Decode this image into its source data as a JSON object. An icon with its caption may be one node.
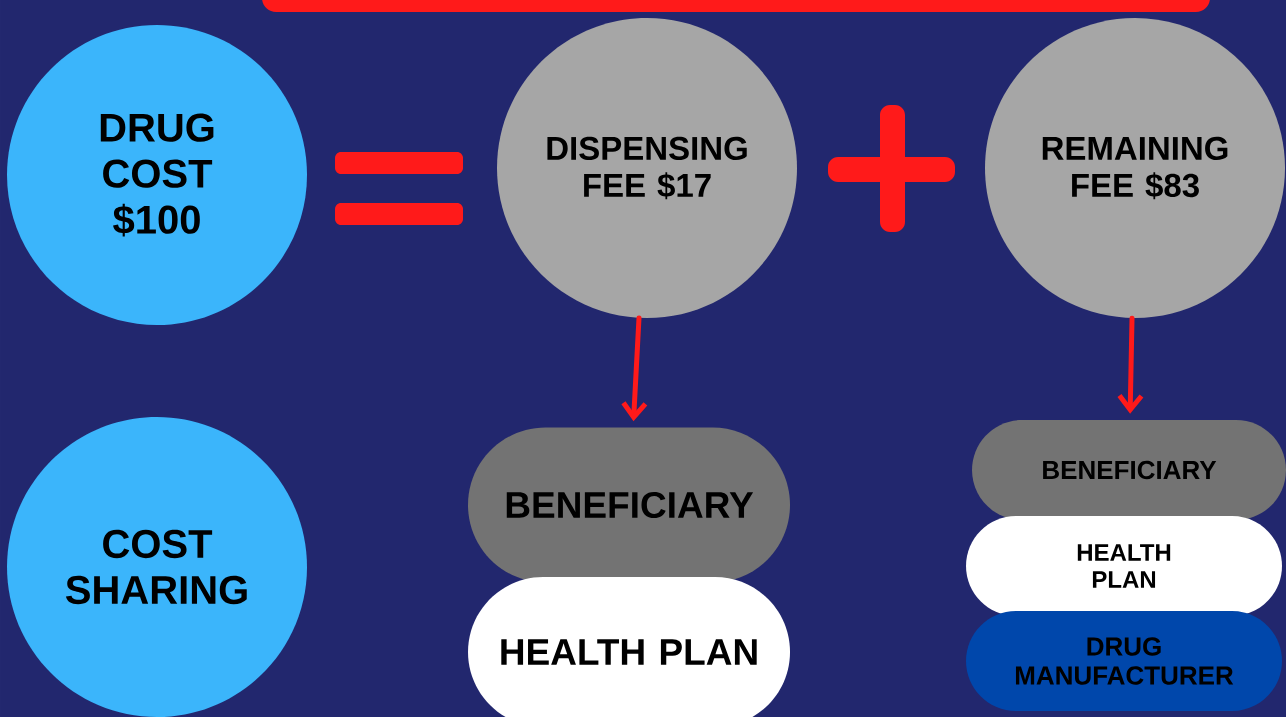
{
  "diagram": {
    "nodes": [
      {
        "text": [
          "DRUG COST $100"
        ]
      },
      {
        "text": [
          "DISPENSING FEE $17"
        ]
      },
      {
        "text": [
          "REMAINING FEE $83"
        ]
      },
      {
        "text": [
          "COST SHARING"
        ]
      },
      {
        "text": [
          "BENEFICIARY"
        ]
      },
      {
        "text": [
          "HEALTH PLAN"
        ]
      },
      {
        "text": [
          "BENEFICIARY"
        ]
      },
      {
        "text": [
          "HEALTH PLAN"
        ]
      },
      {
        "text": [
          "DRUG MANUFACTURER"
        ]
      }
    ],
    "edges": [
      {
        "from": 1,
        "to": 4,
        "arrow": "to"
      },
      {
        "from": 2,
        "to": 6,
        "arrow": "to"
      }
    ]
  }
}
